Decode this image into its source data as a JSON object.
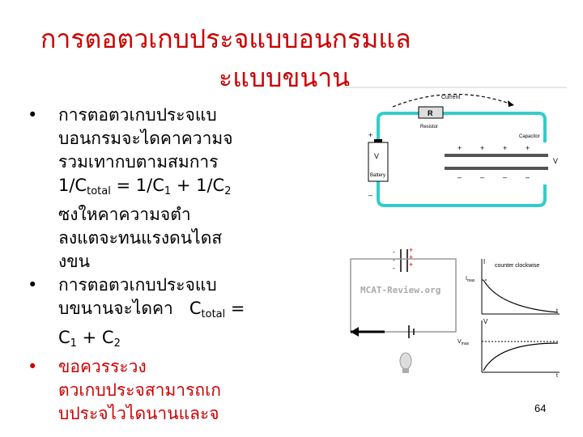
{
  "title": {
    "line1": "การตอตวเกบประจแบบอนกรมแล",
    "line2": "ะแบบขนาน"
  },
  "bullet1": {
    "lines": [
      "การตอตวเกบประจแบ",
      "บอนกรมจะไดคาความจ",
      "รวมเทากบตามสมการ"
    ],
    "eq": {
      "a": "1/C",
      "a_sub": "total",
      "b": " = 1/C",
      "b_sub": "1",
      "c": " + 1/C",
      "c_sub": "2"
    },
    "after": [
      "ซงใหคาความจตำ",
      "ลงแตจะทนแรงดนไดส",
      "งขน"
    ]
  },
  "bullet2": {
    "line1": "การตอตวเกบประจแบ",
    "line2a": "บขนานจะไดคา",
    "line2b": "C",
    "line2b_sub": "total",
    "line2c": " =",
    "line3a": "C",
    "line3a_sub": "1",
    "line3b": " + C",
    "line3b_sub": "2"
  },
  "bullet3": {
    "lines": [
      "ขอควรระวง",
      "ตวเกบประจสามารถเก",
      "บประจไวไดนานและจ"
    ]
  },
  "bullet_char": "•",
  "circuit": {
    "current": "Current",
    "resistor_symbol": "R",
    "resistor": "Resistor",
    "capacitor": "Capacitor",
    "battery_v": "V",
    "battery": "Battery",
    "cap_v": "V",
    "plus": "+",
    "minus": "–"
  },
  "graph": {
    "plus": "+",
    "minus": "-",
    "i_label": "I",
    "imax": "I",
    "imax_sub": "max",
    "counter": "counter clockwise",
    "watermark": "MCAT-Review.org",
    "t1": "t",
    "v_label": "V",
    "vmax": "V",
    "vmax_sub": "max",
    "t2": "t"
  },
  "page_number": "64",
  "colors": {
    "title": "#cc0000",
    "wire": "#33cccc",
    "red_text": "#cc0000"
  }
}
